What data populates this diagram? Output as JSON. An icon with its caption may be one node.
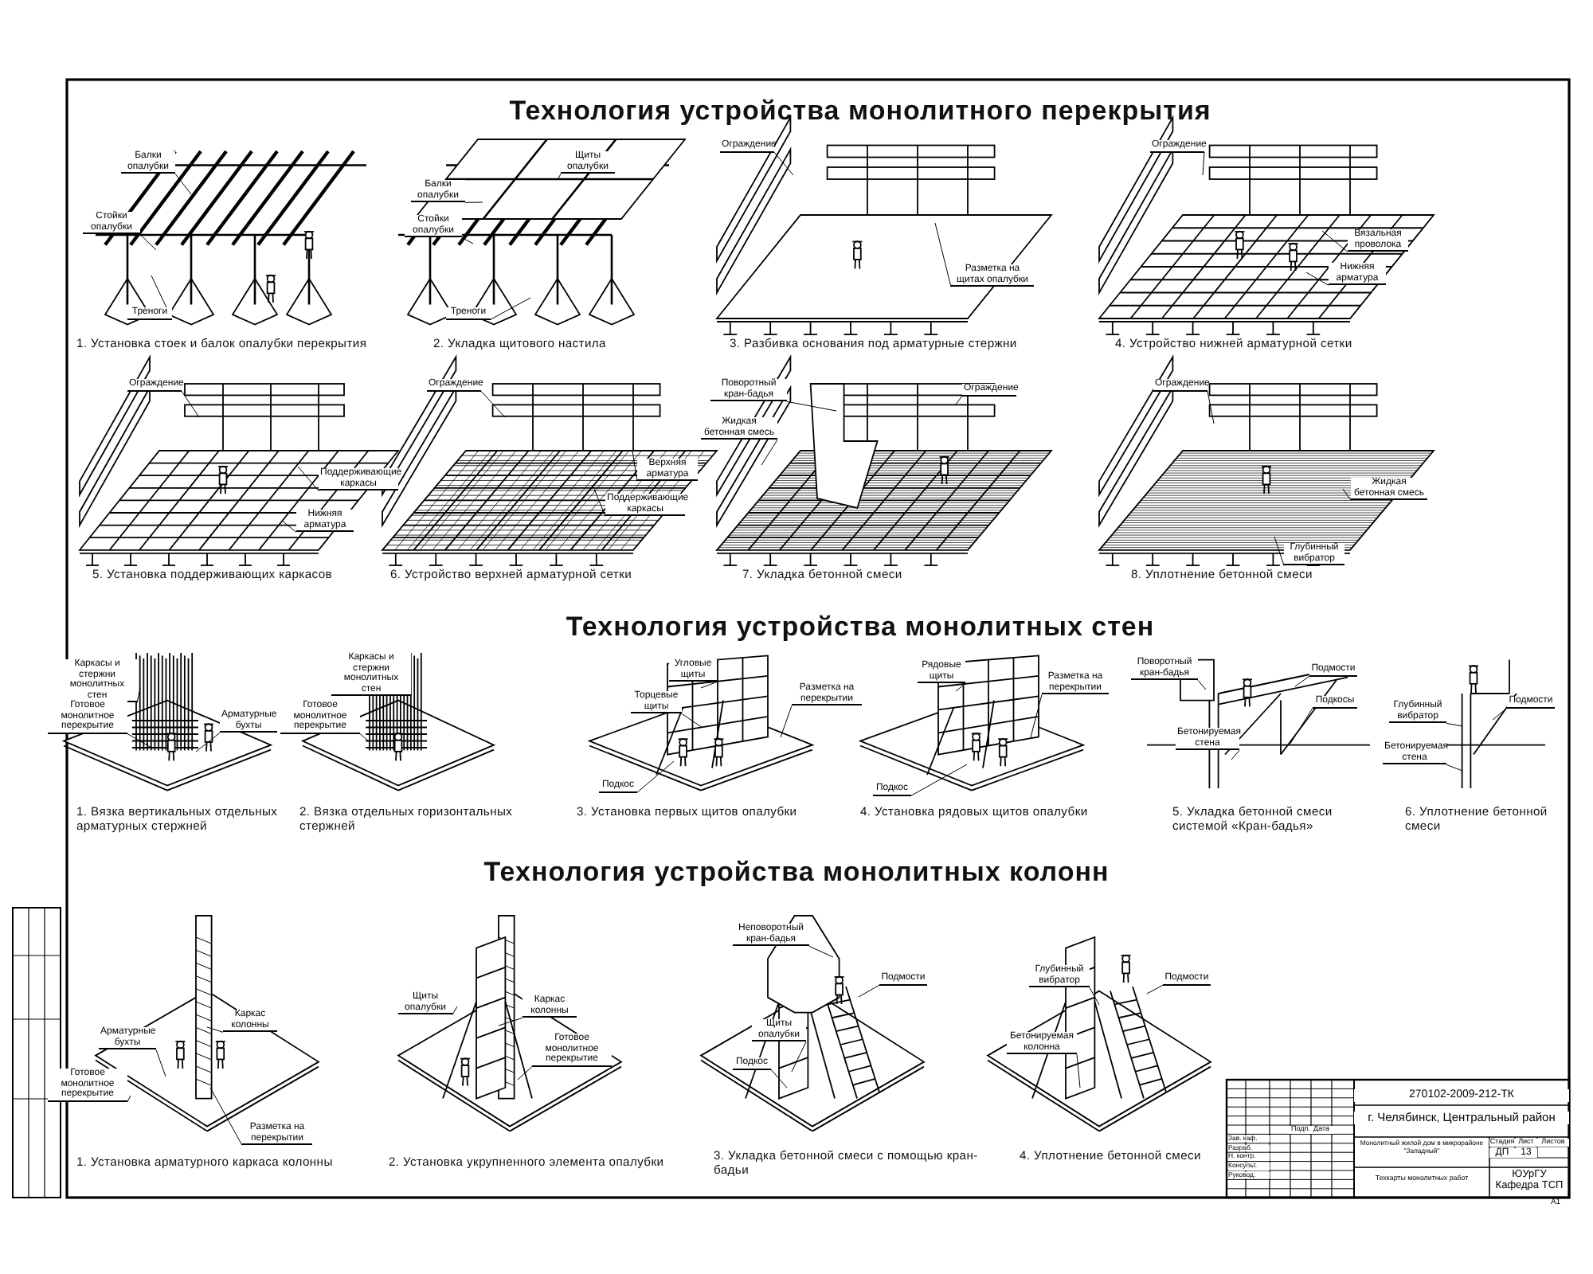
{
  "diagram": {
    "nodes": [
      {
        "text": [
          "Балки опалубки"
        ]
      },
      {
        "text": [
          "Стойки опалубки"
        ]
      },
      {
        "text": [
          "Треноги"
        ]
      },
      {
        "text": [
          "Щиты опалубки"
        ]
      },
      {
        "text": [
          "Балки опалубки"
        ]
      },
      {
        "text": [
          "Стойки опалубки"
        ]
      },
      {
        "text": [
          "Треноги"
        ]
      },
      {
        "text": [
          "Ограждение"
        ]
      },
      {
        "text": [
          "Разметка на щитах опалубки"
        ]
      },
      {
        "text": [
          "Ограждение"
        ]
      },
      {
        "text": [
          "Вязальная проволока"
        ]
      },
      {
        "text": [
          "Нижняя арматура"
        ]
      },
      {
        "text": [
          "Ограждение"
        ]
      },
      {
        "text": [
          "Поддерживающие каркасы"
        ]
      },
      {
        "text": [
          "Нижняя арматура"
        ]
      },
      {
        "text": [
          "Ограждение"
        ]
      },
      {
        "text": [
          "Верхняя арматура"
        ]
      },
      {
        "text": [
          "Поддерживающие каркасы"
        ]
      },
      {
        "text": [
          "Поворотный кран-бадья"
        ]
      },
      {
        "text": [
          "Жидкая бетонная смесь"
        ]
      },
      {
        "text": [
          "Ограждение"
        ]
      },
      {
        "text": [
          "Ограждение"
        ]
      },
      {
        "text": [
          "Жидкая бетонная смесь"
        ]
      },
      {
        "text": [
          "Глубинный вибратор"
        ]
      },
      {
        "text": [
          "Каркасы и стержни монолитных стен"
        ]
      },
      {
        "text": [
          "Готовое монолитное перекрытие"
        ]
      },
      {
        "text": [
          "Арматурные бухты"
        ]
      },
      {
        "text": [
          "Каркасы и стержни монолитных стен"
        ]
      },
      {
        "text": [
          "Готовое монолитное перекрытие"
        ]
      },
      {
        "text": [
          "Угловые щиты"
        ]
      },
      {
        "text": [
          "Торцевые щиты"
        ]
      },
      {
        "text": [
          "Разметка на перекрытии"
        ]
      },
      {
        "text": [
          "Подкос"
        ]
      },
      {
        "text": [
          "Рядовые щиты"
        ]
      },
      {
        "text": [
          "Разметка на перекрытии"
        ]
      },
      {
        "text": [
          "Подкос"
        ]
      },
      {
        "text": [
          "Поворотный кран-бадья"
        ]
      },
      {
        "text": [
          "Подмости"
        ]
      },
      {
        "text": [
          "Подкосы"
        ]
      },
      {
        "text": [
          "Бетонируемая стена"
        ]
      },
      {
        "text": [
          "Глубинный вибратор"
        ]
      },
      {
        "text": [
          "Подмости"
        ]
      },
      {
        "text": [
          "Бетонируемая стена"
        ]
      },
      {
        "text": [
          "Арматурные бухты"
        ]
      },
      {
        "text": [
          "Каркас колонны"
        ]
      },
      {
        "text": [
          "Готовое монолитное перекрытие"
        ]
      },
      {
        "text": [
          "Разметка на перекрытии"
        ]
      },
      {
        "text": [
          "Щиты опалубки"
        ]
      },
      {
        "text": [
          "Каркас колонны"
        ]
      },
      {
        "text": [
          "Готовое монолитное перекрытие"
        ]
      },
      {
        "text": [
          "Неповоротный кран-бадья"
        ]
      },
      {
        "text": [
          "Подмости"
        ]
      },
      {
        "text": [
          "Щиты опалубки"
        ]
      },
      {
        "text": [
          "Подкос"
        ]
      },
      {
        "text": [
          "Глубинный вибратор"
        ]
      },
      {
        "text": [
          "Подмости"
        ]
      },
      {
        "text": [
          "Бетонируемая колонна"
        ]
      }
    ],
    "edges": [
      {
        "from": 0,
        "to": null,
        "arrow": "none"
      },
      {
        "from": 1,
        "to": null,
        "arrow": "none"
      },
      {
        "from": 2,
        "to": null,
        "arrow": "none"
      },
      {
        "from": 3,
        "to": null,
        "arrow": "none"
      },
      {
        "from": 4,
        "to": null,
        "arrow": "none"
      },
      {
        "from": 5,
        "to": null,
        "arrow": "none"
      },
      {
        "from": 6,
        "to": null,
        "arrow": "none"
      },
      {
        "from": 7,
        "to": null,
        "arrow": "none"
      },
      {
        "from": 8,
        "to": null,
        "arrow": "none"
      },
      {
        "from": 9,
        "to": null,
        "arrow": "none"
      },
      {
        "from": 10,
        "to": null,
        "arrow": "none"
      },
      {
        "from": 11,
        "to": null,
        "arrow": "none"
      },
      {
        "from": 12,
        "to": null,
        "arrow": "none"
      },
      {
        "from": 13,
        "to": null,
        "arrow": "none"
      },
      {
        "from": 14,
        "to": null,
        "arrow": "none"
      },
      {
        "from": 15,
        "to": null,
        "arrow": "none"
      },
      {
        "from": 16,
        "to": null,
        "arrow": "none"
      },
      {
        "from": 17,
        "to": null,
        "arrow": "none"
      },
      {
        "from": 18,
        "to": null,
        "arrow": "none"
      },
      {
        "from": 19,
        "to": null,
        "arrow": "none"
      },
      {
        "from": 20,
        "to": null,
        "arrow": "none"
      },
      {
        "from": 21,
        "to": null,
        "arrow": "none"
      },
      {
        "from": 22,
        "to": null,
        "arrow": "none"
      },
      {
        "from": 23,
        "to": null,
        "arrow": "none"
      },
      {
        "from": 24,
        "to": null,
        "arrow": "none"
      },
      {
        "from": 25,
        "to": null,
        "arrow": "none"
      },
      {
        "from": 26,
        "to": null,
        "arrow": "none"
      },
      {
        "from": 27,
        "to": null,
        "arrow": "none"
      },
      {
        "from": 28,
        "to": null,
        "arrow": "none"
      },
      {
        "from": 29,
        "to": null,
        "arrow": "none"
      },
      {
        "from": 30,
        "to": null,
        "arrow": "none"
      },
      {
        "from": 31,
        "to": null,
        "arrow": "none"
      },
      {
        "from": 32,
        "to": null,
        "arrow": "none"
      },
      {
        "from": 33,
        "to": null,
        "arrow": "none"
      },
      {
        "from": 34,
        "to": null,
        "arrow": "none"
      },
      {
        "from": 35,
        "to": null,
        "arrow": "none"
      },
      {
        "from": 36,
        "to": null,
        "arrow": "none"
      },
      {
        "from": 37,
        "to": null,
        "arrow": "none"
      },
      {
        "from": 38,
        "to": null,
        "arrow": "none"
      },
      {
        "from": 39,
        "to": null,
        "arrow": "none"
      },
      {
        "from": 40,
        "to": null,
        "arrow": "none"
      },
      {
        "from": 41,
        "to": null,
        "arrow": "none"
      },
      {
        "from": 42,
        "to": null,
        "arrow": "none"
      },
      {
        "from": 43,
        "to": null,
        "arrow": "none"
      },
      {
        "from": 44,
        "to": null,
        "arrow": "none"
      },
      {
        "from": 45,
        "to": null,
        "arrow": "none"
      },
      {
        "from": 46,
        "to": null,
        "arrow": "none"
      },
      {
        "from": 47,
        "to": null,
        "arrow": "none"
      },
      {
        "from": 48,
        "to": null,
        "arrow": "none"
      },
      {
        "from": 49,
        "to": null,
        "arrow": "none"
      },
      {
        "from": 50,
        "to": null,
        "arrow": "none"
      },
      {
        "from": 51,
        "to": null,
        "arrow": "none"
      },
      {
        "from": 52,
        "to": null,
        "arrow": "none"
      },
      {
        "from": 53,
        "to": null,
        "arrow": "none"
      },
      {
        "from": 54,
        "to": null,
        "arrow": "none"
      },
      {
        "from": 55,
        "to": null,
        "arrow": "none"
      },
      {
        "from": 56,
        "to": null,
        "arrow": "none"
      }
    ],
    "labels": [
      "Технология устройства монолитного перекрытия",
      "1. Установка стоек и балок опалубки перекрытия",
      "2. Укладка щитового настила",
      "3. Разбивка основания под арматурные стержни",
      "4. Устройство нижней арматурной сетки",
      "5. Установка поддерживающих каркасов",
      "6. Устройство верхней арматурной сетки",
      "7. Укладка бетонной смеси",
      "8. Уплотнение бетонной смеси",
      "Технология устройства монолитных стен",
      "1. Вязка вертикальных отдельных арматурных стержней",
      "2. Вязка отдельных горизонтальных стержней",
      "3. Установка первых щитов опалубки",
      "4. Установка рядовых щитов опалубки",
      "5. Укладка бетонной смеси системой «Кран-бадья»",
      "6. Уплотнение бетонной смеси",
      "Технология устройства монолитных колонн",
      "1. Установка арматурного каркаса колонны",
      "2. Установка укрупненного элемента опалубки",
      "3. Укладка бетонной смеси с помощью кран-бадьи",
      "4. Уплотнение бетонной смеси",
      "270102-2009-212-ТК",
      "г. Челябинск, Центральный район",
      "Подп.",
      "Дата",
      "Зав. каф.",
      "Разраб.",
      "Н. контр.",
      "Консульт.",
      "Руковод.",
      "Монолитный жилой дом в микрорайоне \"Западный\"",
      "Стадия",
      "Лист",
      "Листов",
      "ДП",
      "13",
      "Техкарты монолитных работ",
      "ЮУрГУ Кафедра ТСП",
      "А1"
    ]
  }
}
